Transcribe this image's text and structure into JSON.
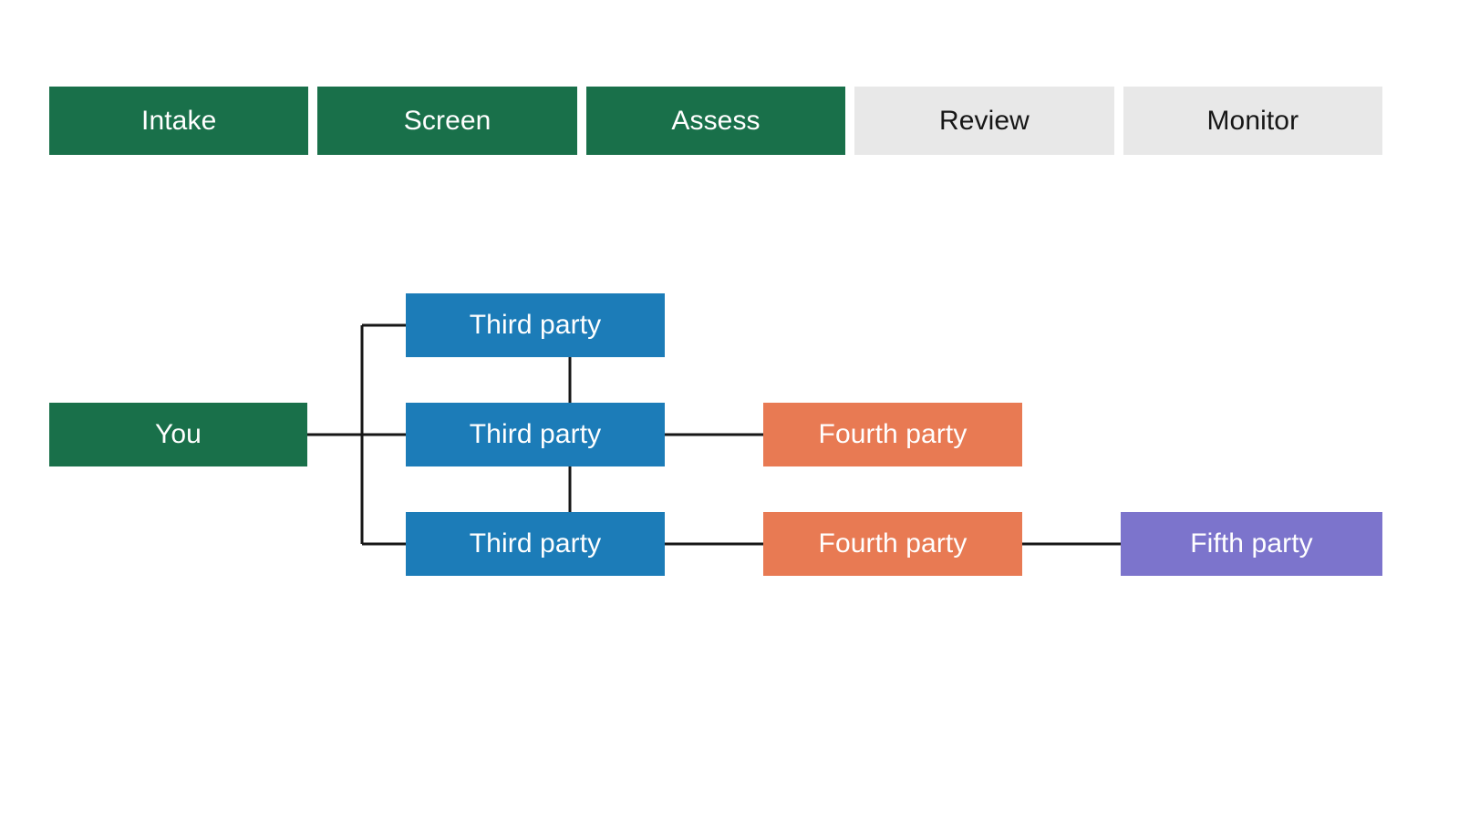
{
  "stage_bar": {
    "name": "third-party-risk-lifecycle",
    "tabs": [
      {
        "label": "Intake",
        "state": "done"
      },
      {
        "label": "Screen",
        "state": "done"
      },
      {
        "label": "Assess",
        "state": "done"
      },
      {
        "label": "Review",
        "state": "todo"
      },
      {
        "label": "Monitor",
        "state": "todo"
      }
    ]
  },
  "graph": {
    "nodes": {
      "you": "You",
      "third_1": "Third party",
      "third_2": "Third party",
      "third_3": "Third party",
      "fourth_1": "Fourth party",
      "fourth_2": "Fourth party",
      "fifth_1": "Fifth party"
    }
  },
  "colors": {
    "active_stage": "#19704a",
    "inactive_stage": "#e8e8e8",
    "inactive_stage_text": "#161616",
    "you": "#19704a",
    "third_party": "#1c7cb8",
    "fourth_party": "#e87a53",
    "fifth_party": "#7c74cc",
    "edge": "#161616",
    "background": "#ffffff"
  }
}
